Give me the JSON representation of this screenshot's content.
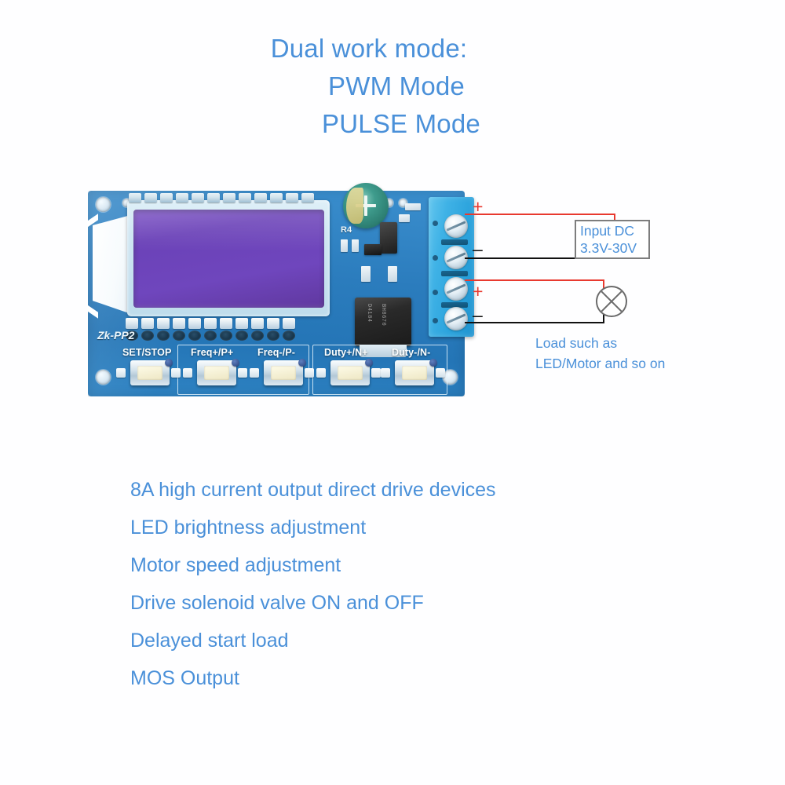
{
  "heading": {
    "line1": "Dual work mode:",
    "line2": "PWM Mode",
    "line3": "PULSE Mode"
  },
  "board": {
    "silkscreen_model": "Zk-PP2",
    "silkscreen_r4": "R4",
    "mosfet_line1": "D4184",
    "mosfet_line2": "BH8670",
    "buttons": [
      {
        "label": "SET/STOP"
      },
      {
        "label": "Freq+/P+"
      },
      {
        "label": "Freq-/P-"
      },
      {
        "label": "Duty+/N+"
      },
      {
        "label": "Duty-/N-"
      }
    ],
    "terminals": [
      {
        "polarity": "+"
      },
      {
        "polarity": "–"
      },
      {
        "polarity": "+"
      },
      {
        "polarity": "–"
      }
    ]
  },
  "wiring": {
    "input_label_line1": "Input DC",
    "input_label_line2": "3.3V-30V",
    "load_caption_line1": "Load such as",
    "load_caption_line2": "LED/Motor and so on",
    "input_plus": "+",
    "input_minus": "–",
    "output_plus": "+",
    "output_minus": "–"
  },
  "features": [
    "8A high current output direct drive devices",
    "LED brightness adjustment",
    "Motor speed adjustment",
    "Drive solenoid valve ON and OFF",
    "Delayed start load",
    "MOS Output"
  ],
  "colors": {
    "text_blue": "#4a90d9",
    "wire_red": "#e8392f",
    "wire_black": "#111111",
    "pcb_blue": "#2b7cbd",
    "lcd_purple": "#6b42b8",
    "box_border_gray": "#7d7d7d",
    "background": "#ffffff"
  }
}
